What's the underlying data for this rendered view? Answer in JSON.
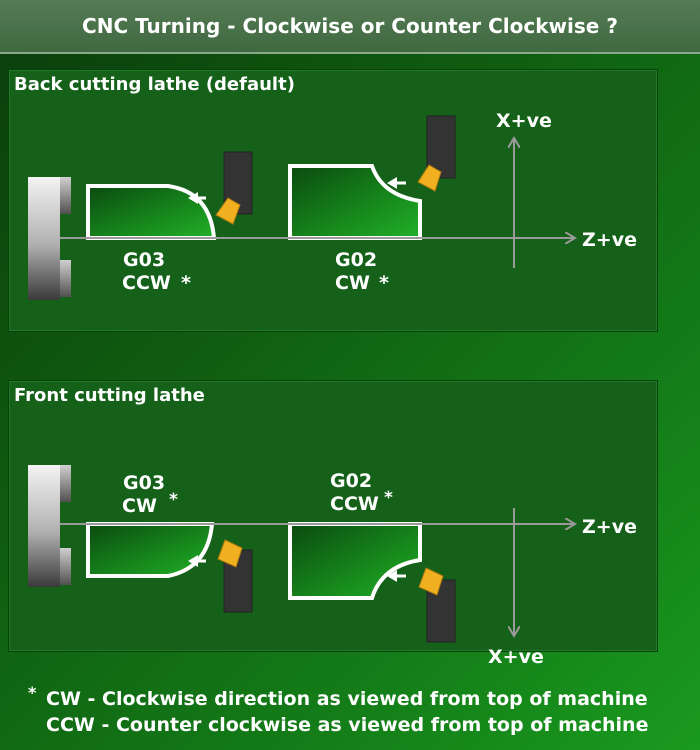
{
  "header": {
    "title": "CNC Turning - Clockwise or Counter Clockwise ?"
  },
  "back_panel": {
    "title": "Back cutting lathe (default)",
    "x_axis_label": "X+ve",
    "z_axis_label": "Z+ve",
    "left_code": "G03",
    "left_direction": "CCW",
    "right_code": "G02",
    "right_direction": "CW",
    "asterisk": "*"
  },
  "front_panel": {
    "title": "Front cutting lathe",
    "x_axis_label": "X+ve",
    "z_axis_label": "Z+ve",
    "left_code": "G03",
    "left_direction": "CW",
    "right_code": "G02",
    "right_direction": "CCW",
    "asterisk": "*"
  },
  "footer": {
    "asterisk": "*",
    "cw_note": "CW - Clockwise direction as viewed from top of machine",
    "ccw_note": "CCW - Counter clockwise as viewed from top of machine"
  },
  "colors": {
    "background": "#137a17",
    "panel": "#15611a",
    "workpiece": "#1a8a1f",
    "insert": "#f0b020",
    "holder": "#333333",
    "axis": "#9a9a9a"
  }
}
